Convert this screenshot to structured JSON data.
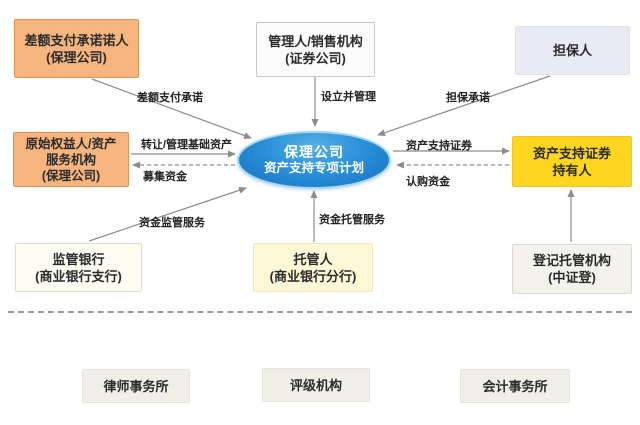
{
  "diagram": {
    "type": "flow-diagram",
    "nodes": {
      "diff_payer": {
        "lines": [
          "差额支付承诺诺人",
          "(保理公司)"
        ]
      },
      "manager": {
        "lines": [
          "管理人/销售机构",
          "(证券公司)"
        ]
      },
      "guarantor": {
        "lines": [
          "担保人"
        ]
      },
      "originator": {
        "lines": [
          "原始权益人/资产",
          "服务机构",
          "(保理公司)"
        ]
      },
      "spv": {
        "lines": [
          "保理公司",
          "资产支持专项计划"
        ]
      },
      "holders": {
        "lines": [
          "资产支持证券",
          "持有人"
        ]
      },
      "supervising_bank": {
        "lines": [
          "监管银行",
          "(商业银行支行)"
        ]
      },
      "custodian": {
        "lines": [
          "托管人",
          "(商业银行分行)"
        ]
      },
      "registrar": {
        "lines": [
          "登记托管机构",
          "(中证登)"
        ]
      },
      "law_firm": {
        "lines": [
          "律师事务所"
        ]
      },
      "rating_agency": {
        "lines": [
          "评级机构"
        ]
      },
      "accounting_firm": {
        "lines": [
          "会计事务所"
        ]
      }
    },
    "edge_labels": {
      "diff_payment": "差额支付承诺",
      "setup_manage": "设立并管理",
      "guarantee": "担保承诺",
      "transfer_assets": "转让/管理基础资产",
      "raise_funds": "募集资金",
      "abs_securities": "资产支持证券",
      "subscription_funds": "认购资金",
      "fund_supervision": "资金监管服务",
      "fund_custody": "资金托管服务"
    },
    "colors": {
      "orange_box": "#F6B47E",
      "orange_border": "#DD9357",
      "yellow_box": "#FFD61F",
      "pale_yellow_box": "#FEF8D6",
      "lavender_box": "#E9EAF4",
      "white_box": "#FBFBFB",
      "ivory_box": "#FCFCF2",
      "light_gray_box": "#F3F3EC",
      "service_gray_box": "#EFEFE7",
      "ellipse_blue": "#2B91DA",
      "line_gray": "#8C8C8C"
    }
  }
}
